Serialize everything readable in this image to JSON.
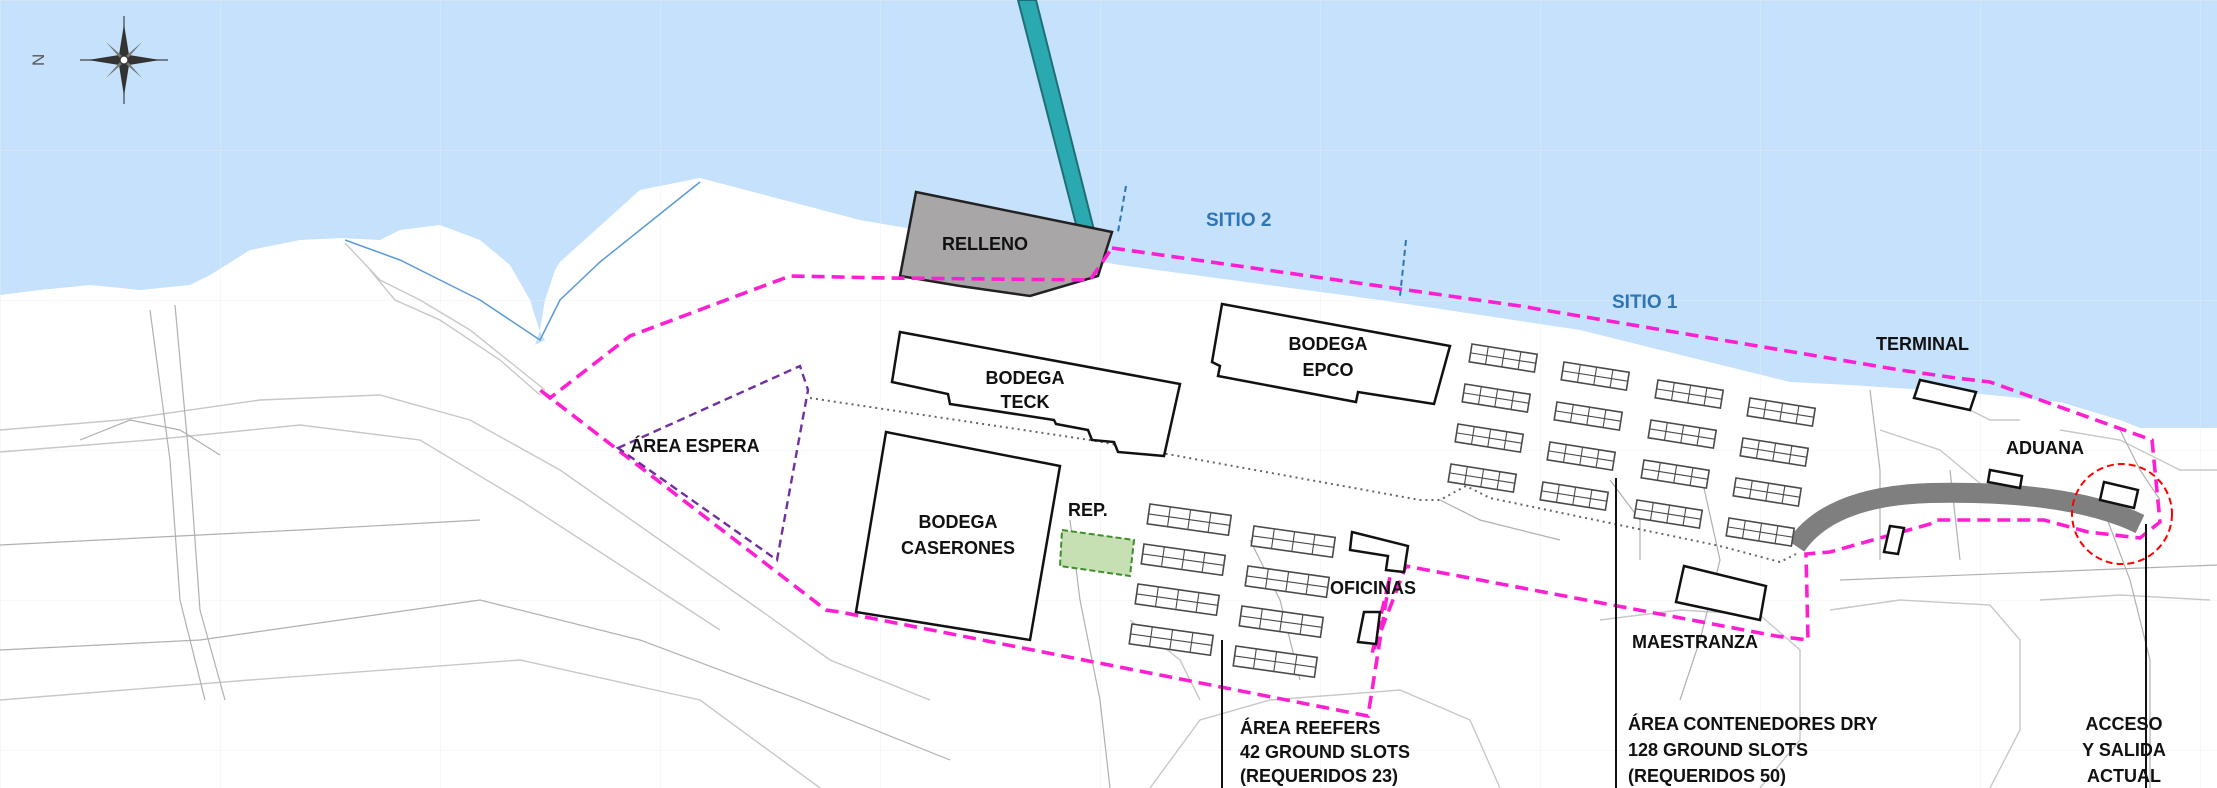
{
  "compass": {
    "north_letter": "N"
  },
  "berths": {
    "site2": "SITIO 2",
    "site1": "SITIO 1"
  },
  "buildings": {
    "relleno": "RELLENO",
    "bodega_teck": [
      "BODEGA",
      "TECK"
    ],
    "bodega_epco": [
      "BODEGA",
      "EPCO"
    ],
    "bodega_caserones": [
      "BODEGA",
      "CASERONES"
    ],
    "terminal": "TERMINAL",
    "aduana": "ADUANA",
    "oficinas": "OFICINAS",
    "maestranza": "MAESTRANZA",
    "rep": "REP."
  },
  "areas": {
    "espera": "ÁREA ESPERA",
    "reefers": [
      "ÁREA REEFERS",
      "42 GROUND SLOTS",
      "(REQUERIDOS  23)"
    ],
    "dry": [
      "ÁREA CONTENEDORES DRY",
      "128 GROUND SLOTS",
      "(REQUERIDOS  50)"
    ],
    "acceso": [
      "ACCESO",
      "Y SALIDA",
      "ACTUAL"
    ]
  },
  "colors": {
    "sea": "#c5e1fb",
    "perimeter": "#ff1fd2",
    "relleno_fill": "#a8a6a6",
    "pier": "#2aa9b0",
    "rep_fill": "#c6e0b4",
    "espera_outline": "#7030a0",
    "access_circle": "#ff0000",
    "road": "#808080",
    "berth_text": "#2e75b6"
  }
}
